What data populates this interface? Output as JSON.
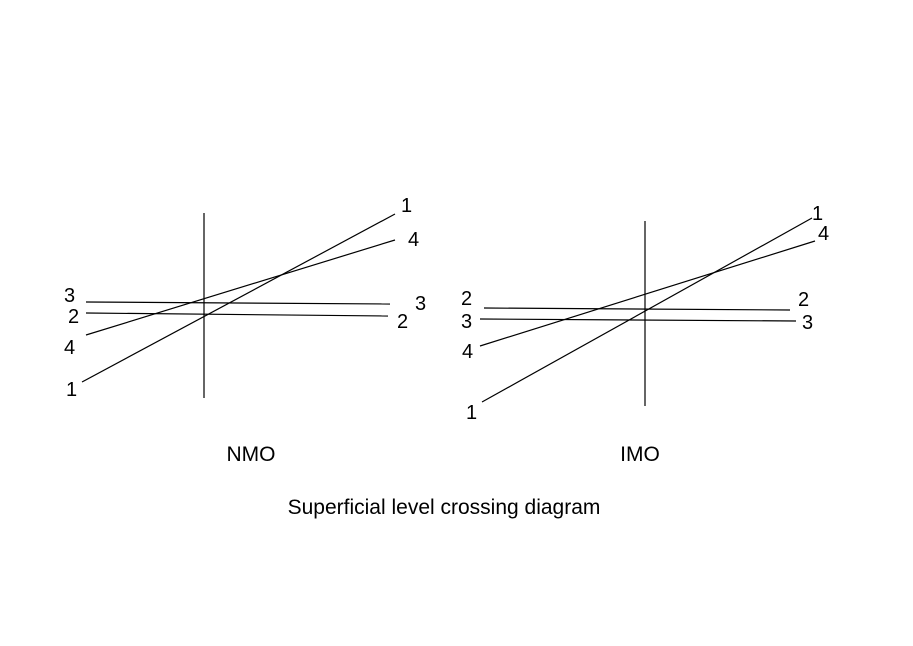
{
  "caption": "Superficial level crossing diagram",
  "panels": [
    {
      "title": "NMO",
      "left_labels": [
        "3",
        "2",
        "4",
        "1"
      ],
      "right_labels": [
        "1",
        "4",
        "3",
        "2"
      ]
    },
    {
      "title": "IMO",
      "left_labels": [
        "2",
        "3",
        "4",
        "1"
      ],
      "right_labels": [
        "1",
        "4",
        "2",
        "3"
      ]
    }
  ]
}
